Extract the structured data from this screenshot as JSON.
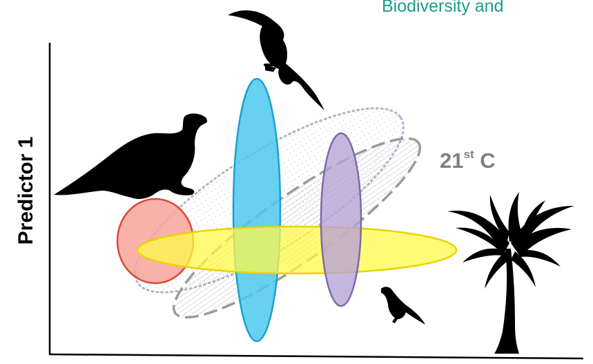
{
  "header": {
    "title": "Biodiversity and"
  },
  "axes": {
    "y_label": "Predictor 1"
  },
  "annotation": {
    "era_number": "21",
    "era_suffix": "st",
    "era_unit": "C"
  },
  "colors": {
    "header": "#1a9c8c",
    "red_niche": "#f7a59b",
    "red_niche_stroke": "#e0452e",
    "blue_niche": "#4ec8ee",
    "blue_niche_stroke": "#1aa0d0",
    "yellow_niche": "#fff94a",
    "yellow_niche_stroke": "#e8d400",
    "purple_niche": "#b7a4d6",
    "purple_niche_stroke": "#7b6aa8",
    "dashed_envelope": "#9a9a9a",
    "dotted_envelope": "#aab4c8",
    "annotation": "#808080",
    "silhouettes": "#000000"
  },
  "icons": [
    "toucan-icon",
    "curassow-bird-icon",
    "palm-tree-icon",
    "small-bird-icon"
  ]
}
